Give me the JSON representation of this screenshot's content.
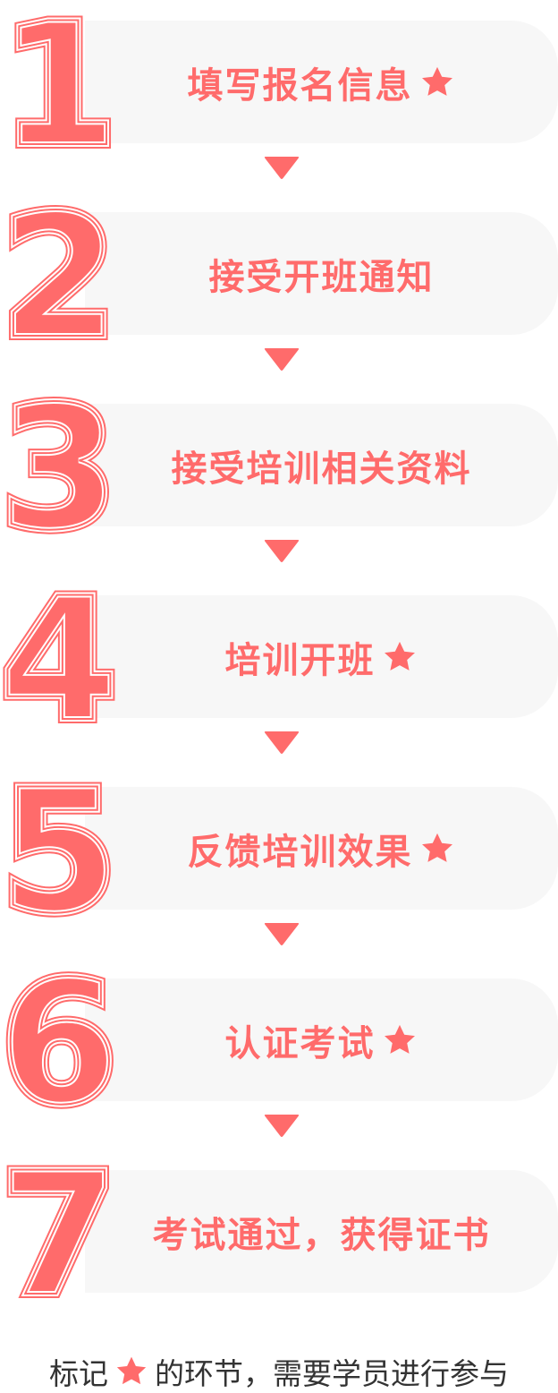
{
  "steps": [
    {
      "number": "1",
      "label": "填写报名信息",
      "starred": true
    },
    {
      "number": "2",
      "label": "接受开班通知",
      "starred": false
    },
    {
      "number": "3",
      "label": "接受培训相关资料",
      "starred": false
    },
    {
      "number": "4",
      "label": "培训开班",
      "starred": true
    },
    {
      "number": "5",
      "label": "反馈培训效果",
      "starred": true
    },
    {
      "number": "6",
      "label": "认证考试",
      "starred": true
    },
    {
      "number": "7",
      "label": "考试通过，获得证书",
      "starred": false
    }
  ],
  "footer": {
    "before_star": "标记",
    "after_star": "的环节，需要学员进行参与"
  },
  "colors": {
    "accent": "#ff6b6b",
    "card_bg": "#f7f7f7",
    "footer_text": "#333333"
  },
  "icons": {
    "star": "star-icon",
    "arrow": "arrow-down-icon"
  }
}
